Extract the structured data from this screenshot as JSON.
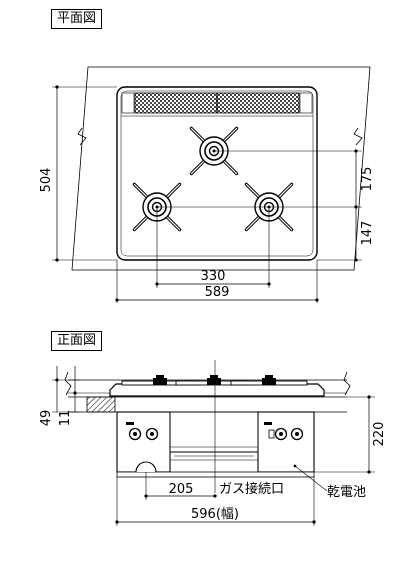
{
  "plan_view": {
    "label": "平面図",
    "dims": {
      "depth": "504",
      "burner_offset_right": "175",
      "front_to_burner": "147",
      "burner_span": "330",
      "width": "589"
    }
  },
  "front_view": {
    "label": "正面図",
    "dims": {
      "height_49": "49",
      "height_11": "11",
      "height_220": "220",
      "gas_offset": "205",
      "gas_connection": "ガス接続口",
      "battery": "乾電池",
      "width": "596(幅)"
    }
  }
}
